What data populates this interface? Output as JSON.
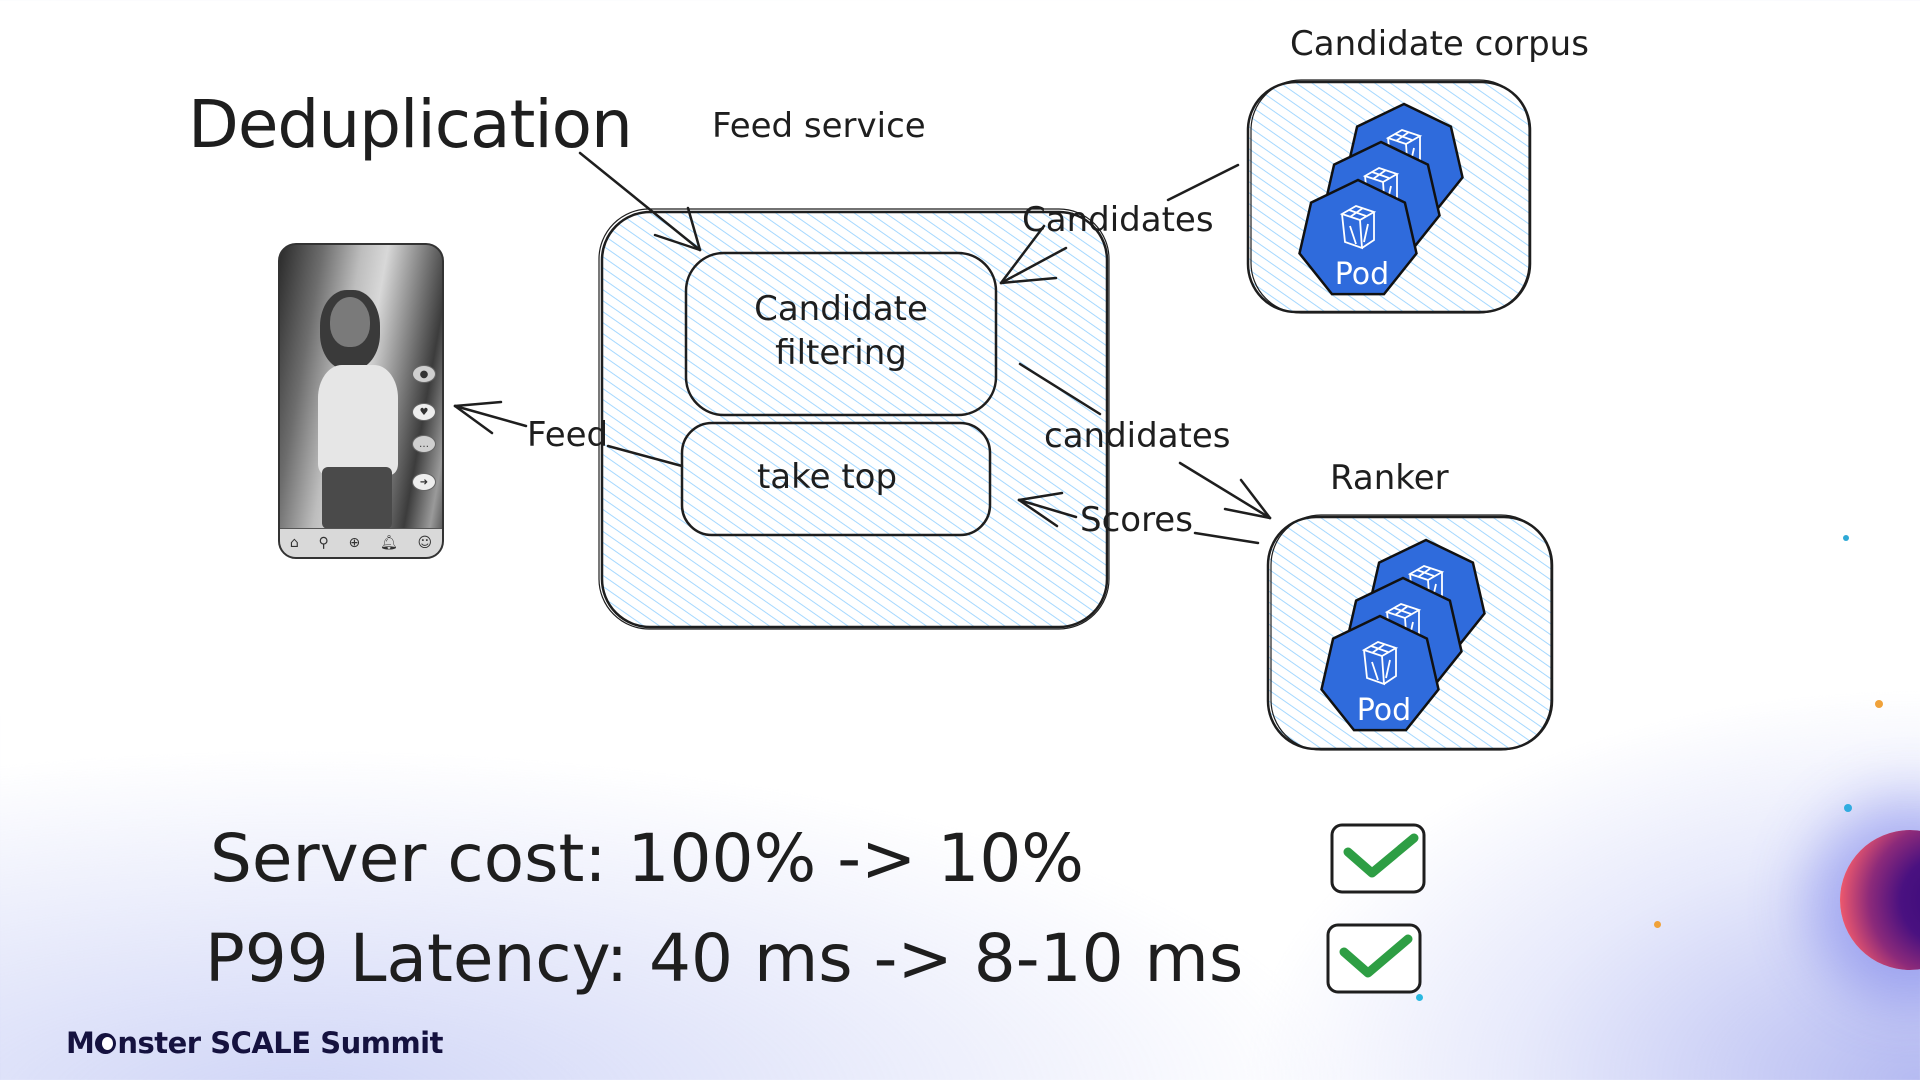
{
  "slide": {
    "title": "Deduplication",
    "event_logo": {
      "prefix": "M",
      "suffix": "nster SCALE Summit"
    }
  },
  "diagram": {
    "feed_service": {
      "title": "Feed service",
      "components": [
        {
          "lines": [
            "Candidate",
            "filtering"
          ]
        },
        {
          "lines": [
            "take top"
          ]
        }
      ]
    },
    "candidate_corpus": {
      "title": "Candidate corpus",
      "pod_label": "Pod",
      "pod_count": 3
    },
    "ranker": {
      "title": "Ranker",
      "pod_label": "Pod",
      "pod_count": 3
    },
    "edges": {
      "corpus_to_filtering": "Candidates",
      "filtering_to_ranker": "candidates",
      "ranker_to_taketop": "Scores",
      "taketop_to_client": "Feed"
    },
    "client": {
      "type": "mobile app",
      "nav_icons": [
        "home-icon",
        "search-icon",
        "create-icon",
        "bell-icon",
        "profile-icon"
      ],
      "side_icons": [
        "avatar-icon",
        "like-icon",
        "comment-icon",
        "share-icon"
      ]
    },
    "colors": {
      "hatch": "#a5d8ff",
      "stroke": "#1e1e1e",
      "pod": "#2f6bdc",
      "check": "#2e9e44"
    }
  },
  "results": [
    {
      "text": "Server cost: 100% -> 10%",
      "checked": true
    },
    {
      "text": "P99 Latency: 40 ms -> 8-10 ms",
      "checked": true
    }
  ]
}
